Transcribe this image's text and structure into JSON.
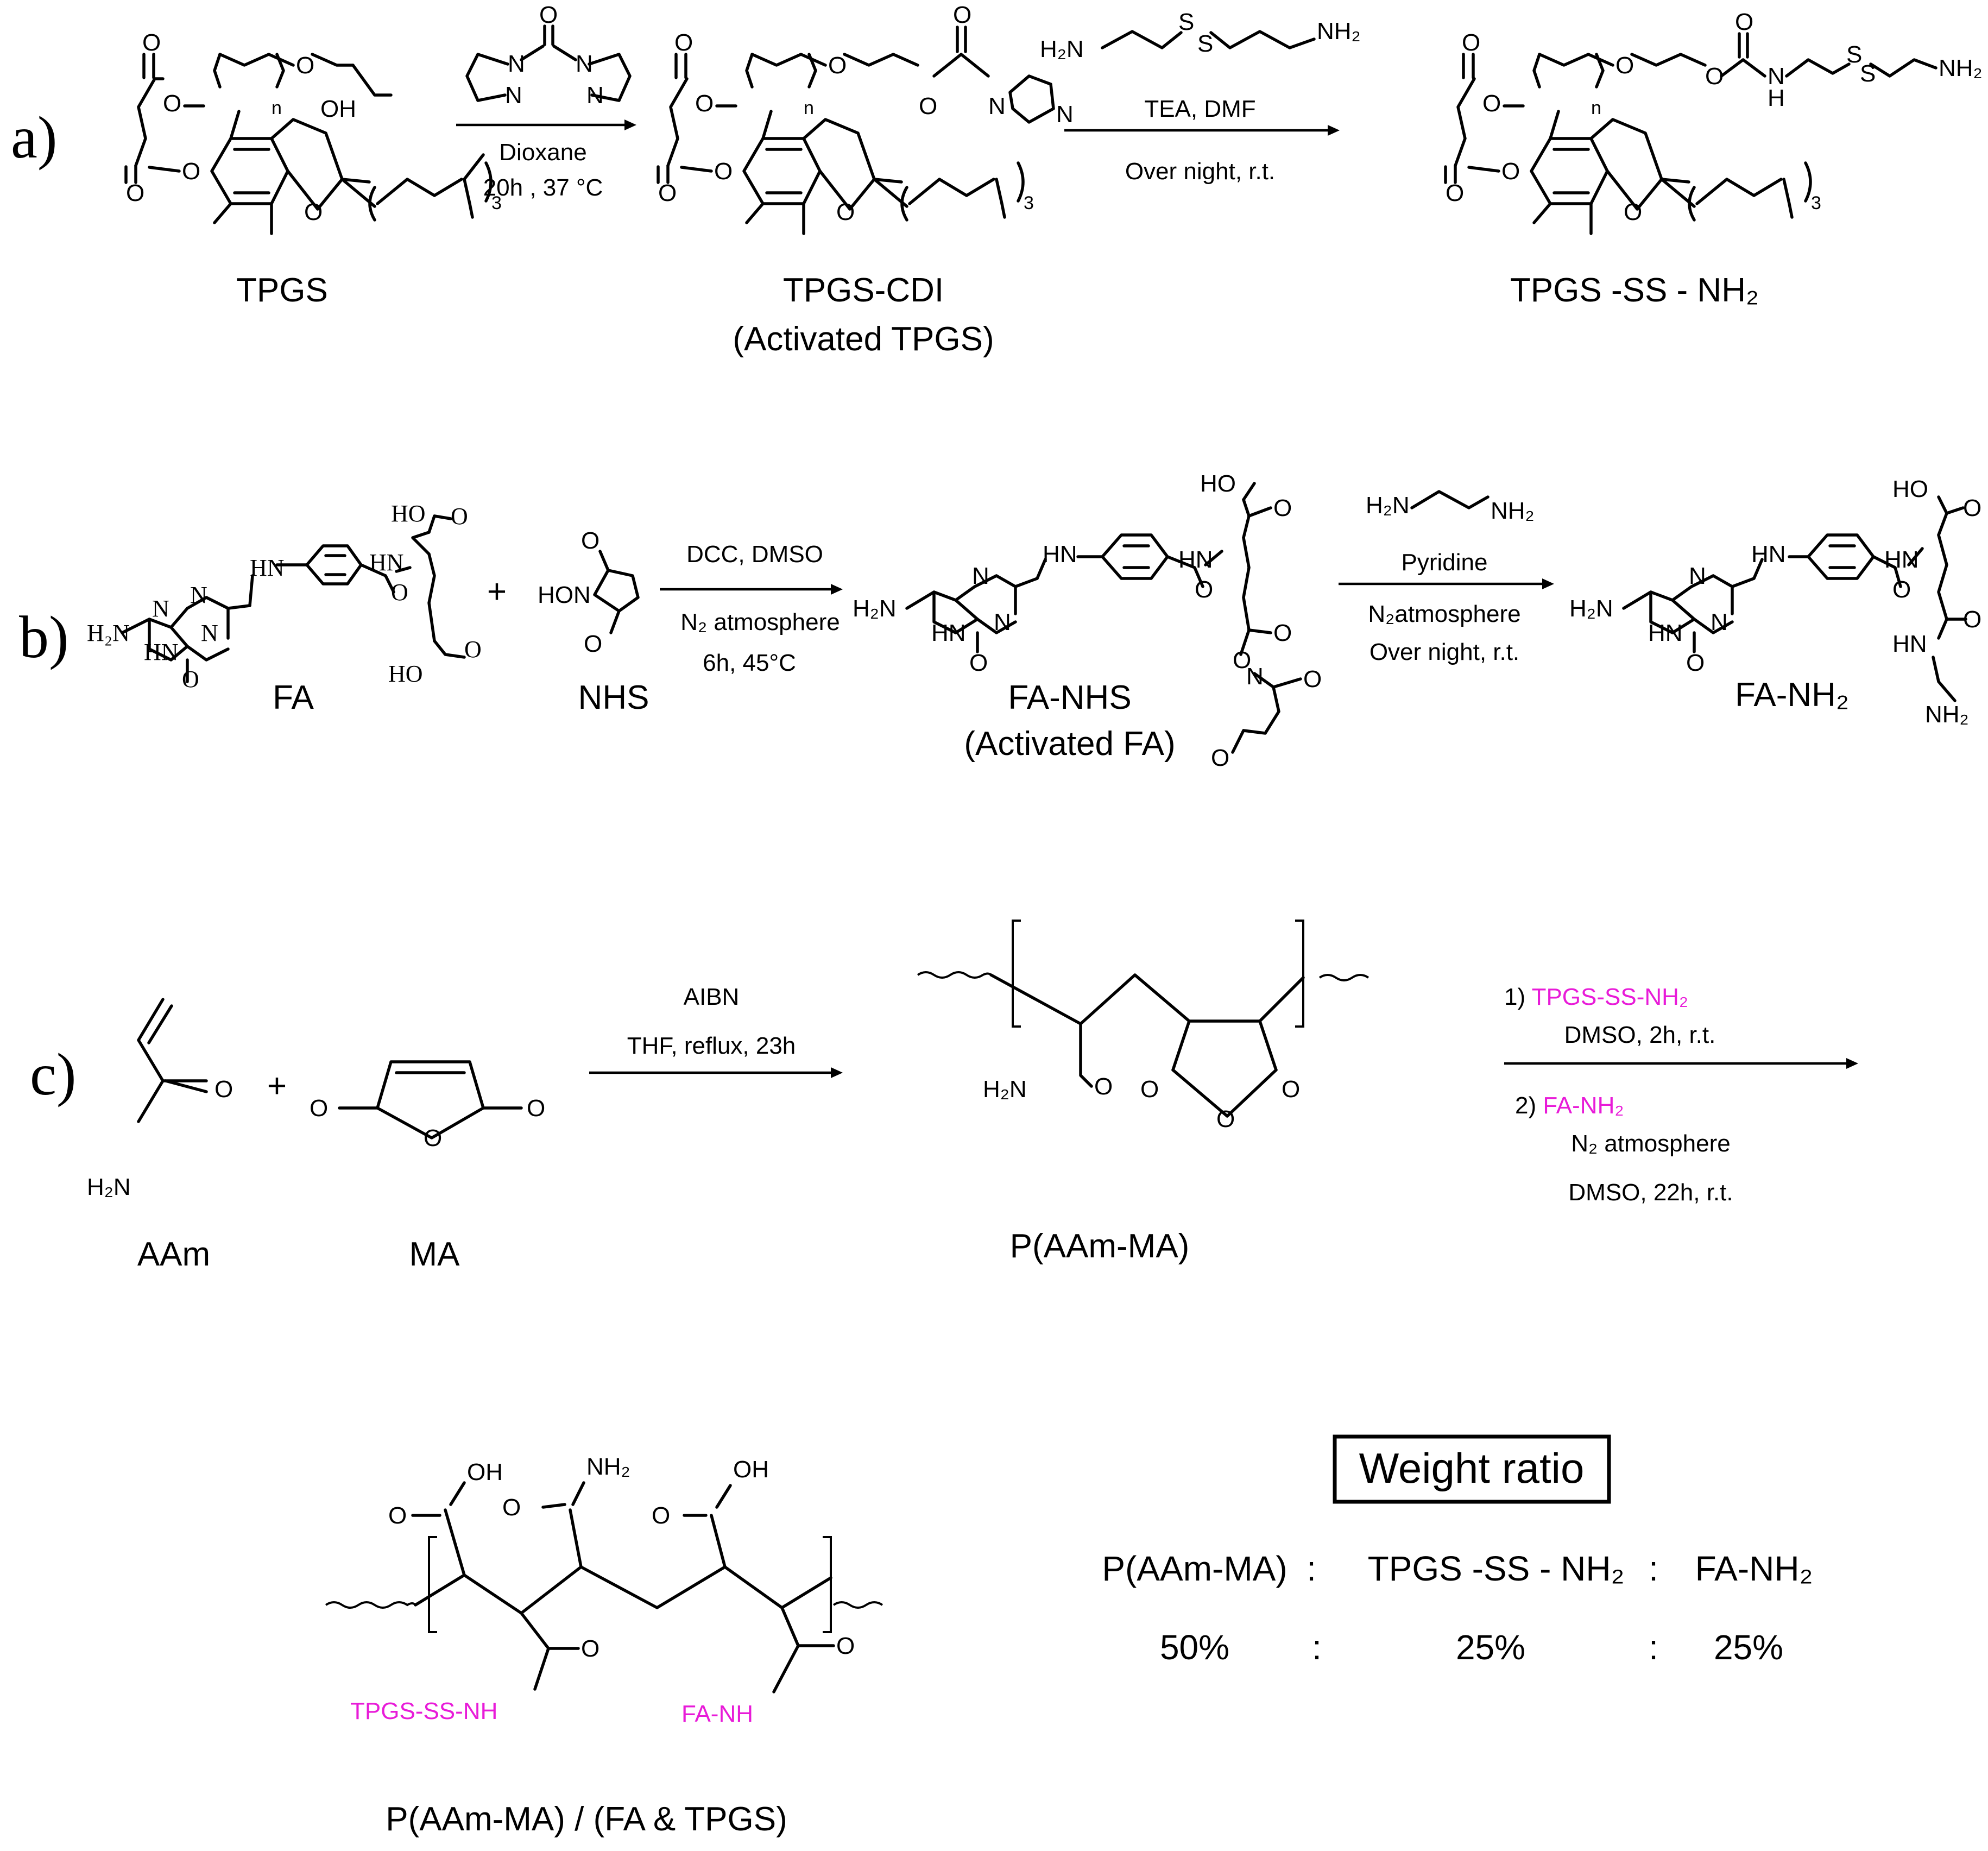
{
  "figure": {
    "panels": [
      "a)",
      "b)",
      "c)"
    ],
    "colors": {
      "ink": "#000000",
      "highlight": "#e81bd8",
      "background": "#ffffff"
    }
  },
  "a": {
    "reagent_cdi": {
      "o": "O",
      "n": "N"
    },
    "cond1": [
      "Dioxane",
      "20h , 37 °C"
    ],
    "reagent_cystamine": {
      "left": "H₂N",
      "s": "S",
      "right": "NH₂"
    },
    "cond2": [
      "TEA, DMF",
      "Over night, r.t."
    ],
    "tpgs_atoms": {
      "o": "O",
      "oh": "OH",
      "n": "n",
      "three": "3"
    },
    "tpgs_cdi_atoms": {
      "o": "O",
      "n": "N"
    },
    "product_atoms": {
      "o": "O",
      "h": "H",
      "n": "N",
      "s": "S",
      "nh2": "NH₂"
    },
    "labels": {
      "tpgs": "TPGS",
      "tpgs_cdi": "TPGS-CDI",
      "tpgs_cdi_sub": "(Activated TPGS)",
      "product": "TPGS -SS - NH₂"
    }
  },
  "b": {
    "plus": "+",
    "cond1": [
      "DCC, DMSO",
      "N₂ atmosphere",
      "6h, 45°C"
    ],
    "reagent_eda": {
      "left": "H₂N",
      "right": "NH₂"
    },
    "cond2": [
      "Pyridine",
      "N₂atmosphere",
      "Over night, r.t."
    ],
    "fa_atoms": {
      "ho": "HO",
      "o": "O",
      "hn": "HN",
      "n": "N",
      "h2n": "H₂N"
    },
    "nhs_atoms": {
      "hon": "HON",
      "o": "O"
    },
    "labels": {
      "fa": "FA",
      "nhs": "NHS",
      "fa_nhs": "FA-NHS",
      "fa_nhs_sub": "(Activated FA)",
      "fa_nh2": "FA-NH₂"
    }
  },
  "c": {
    "plus": "+",
    "cond1": [
      "AIBN",
      "THF, reflux, 23h"
    ],
    "cond2": {
      "step1_prefix": "1) ",
      "step1_reagent": "TPGS-SS-NH₂",
      "step1_cond": "DMSO, 2h, r.t.",
      "step2_prefix": "2) ",
      "step2_reagent": "FA-NH₂",
      "step2_cond1": "N₂ atmosphere",
      "step2_cond2": "DMSO, 22h, r.t."
    },
    "atoms": {
      "o": "O",
      "h2n": "H₂N",
      "oh": "OH",
      "nh2": "NH₂"
    },
    "labels": {
      "aam": "AAm",
      "ma": "MA",
      "paam_ma": "P(AAm-MA)",
      "final": "P(AAm-MA) / (FA & TPGS)"
    },
    "substituents": {
      "tpgs": "TPGS-SS-NH",
      "fa": "FA-NH"
    }
  },
  "weight_ratio": {
    "title": "Weight ratio",
    "components": [
      "P(AAm-MA)",
      "TPGS -SS - NH₂",
      "FA-NH₂"
    ],
    "separator": ":",
    "values": [
      "50%",
      "25%",
      "25%"
    ]
  }
}
